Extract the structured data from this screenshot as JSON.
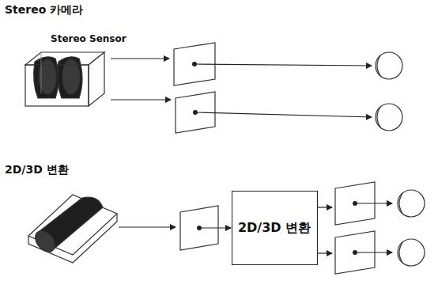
{
  "diagram": {
    "nodes": [
      {
        "text": [
          "2D/3D 변환"
        ]
      }
    ],
    "labels": [
      "Stereo 카메라",
      "Stereo Sensor",
      "2D/3D 변환"
    ]
  }
}
